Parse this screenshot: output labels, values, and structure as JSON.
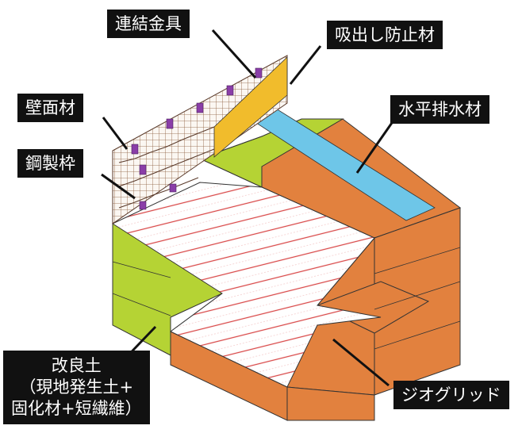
{
  "labels": {
    "connector": "連結金具",
    "anti_washout": "吸出し防止材",
    "wall_material": "壁面材",
    "steel_frame": "鋼製枠",
    "horizontal_drain": "水平排水材",
    "improved_soil_line1": "改良土",
    "improved_soil_line2": "（現地発生土+",
    "improved_soil_line3": "固化材+短繊維）",
    "geogrid": "ジオグリッド"
  },
  "colors": {
    "soil_orange": "#e2813e",
    "improved_soil_green": "#b5d334",
    "drain_blue": "#6ec6e8",
    "anti_washout_yellow": "#f1bc2c",
    "connector_purple": "#8a3ea8",
    "geogrid_red": "#d94848",
    "label_bg": "#111111",
    "label_text": "#ffffff"
  }
}
